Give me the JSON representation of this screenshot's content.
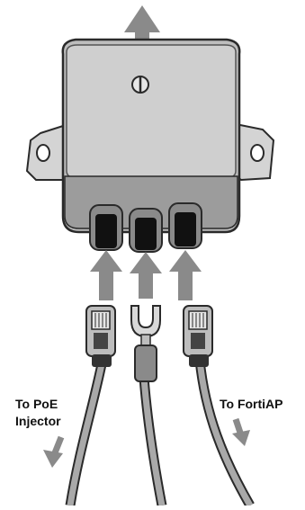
{
  "labels": {
    "poe_line1": "To PoE",
    "poe_line2": "Injector",
    "fortiap": "To FortiAP"
  },
  "colors": {
    "arrow": "#8a8a8a",
    "housing": "#bdbdbd",
    "housing_dark": "#8f8f8f",
    "cable": "#a9a9a9",
    "outline": "#2a2a2a"
  }
}
